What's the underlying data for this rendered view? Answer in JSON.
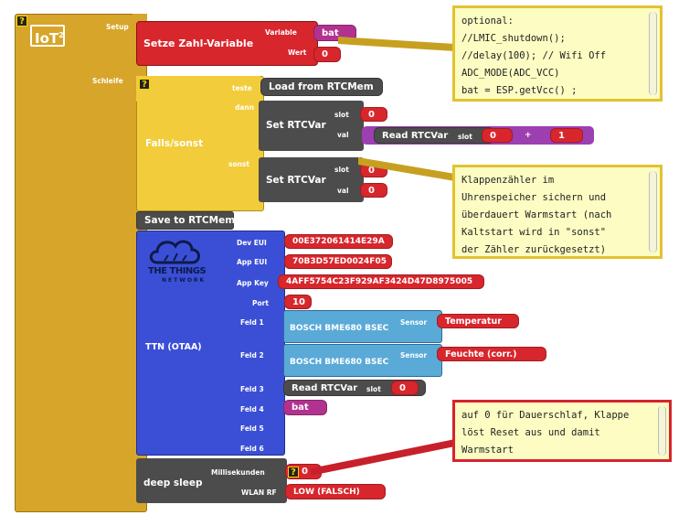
{
  "iot_block": {
    "badge": "IoT",
    "badge_sup": "2",
    "setup_label": "Setup",
    "loop_label": "Schleife"
  },
  "set_var": {
    "title": "Setze Zahl-Variable",
    "variable_label": "Variable",
    "variable_value": "bat",
    "value_label": "Wert",
    "value": "0"
  },
  "if_block": {
    "title": "Falls/sonst",
    "test_label": "teste",
    "test_value": "Load from RTCMem",
    "then_label": "dann",
    "else_label": "sonst"
  },
  "set_rtc_then": {
    "title": "Set RTCVar",
    "slot_label": "slot",
    "slot_value": "0",
    "val_label": "val",
    "read_title": "Read RTCVar",
    "read_slot_label": "slot",
    "read_slot_value": "0",
    "op": "+",
    "operand": "1"
  },
  "set_rtc_else": {
    "title": "Set RTCVar",
    "slot_label": "slot",
    "slot_value": "0",
    "val_label": "val",
    "val_value": "0"
  },
  "save_rtc": {
    "label": "Save to RTCMem"
  },
  "ttn": {
    "title": "TTN (OTAA)",
    "logo_text": "THE THINGS",
    "logo_sub": "NETWORK",
    "dev_eui_label": "Dev EUI",
    "dev_eui": "00E372061414E29A",
    "app_eui_label": "App EUI",
    "app_eui": "70B3D57ED0024F05",
    "app_key_label": "App Key",
    "app_key": "4AFF5754C23F929AF3424D47D8975005",
    "port_label": "Port",
    "port": "10",
    "f1_label": "Feld 1",
    "f1_sensor_name": "BOSCH BME680 BSEC",
    "f1_sensor_label": "Sensor",
    "f1_sensor_value": "Temperatur",
    "f2_label": "Feld 2",
    "f2_sensor_name": "BOSCH BME680 BSEC",
    "f2_sensor_label": "Sensor",
    "f2_sensor_value": "Feuchte (corr.)",
    "f3_label": "Feld 3",
    "f3_read": "Read RTCVar",
    "f3_slot_label": "slot",
    "f3_slot_value": "0",
    "f4_label": "Feld 4",
    "f4_value": "bat",
    "f5_label": "Feld 5",
    "f6_label": "Feld 6"
  },
  "deep_sleep": {
    "title": "deep sleep",
    "ms_label": "Millisekunden",
    "ms_value": "0",
    "wlan_label": "WLAN RF",
    "wlan_value": "LOW (FALSCH)"
  },
  "notes": {
    "note1": "optional:\n//LMIC_shutdown();\n//delay(100); // Wifi Off\nADC_MODE(ADC_VCC)\nbat = ESP.getVcc() ;",
    "note2": "Klappenzähler im\nUhrenspeicher sichern und\nüberdauert Warmstart (nach\nKaltstart wird in \"sonst\"\nder Zähler zurückgesetzt)",
    "note3": "auf 0 für Dauerschlaf, Klappe\nlöst Reset aus und damit\nWarmstart"
  },
  "colors": {
    "iot_gold": "#d7a52a",
    "if_yellow": "#f2cc3a",
    "red": "#d8262d",
    "gray": "#4c4c4c",
    "ttn_blue": "#3b4fd6",
    "sensor_blue": "#5aaad8",
    "purple": "#9c3fb0",
    "note_bg": "#fcfcc3"
  }
}
